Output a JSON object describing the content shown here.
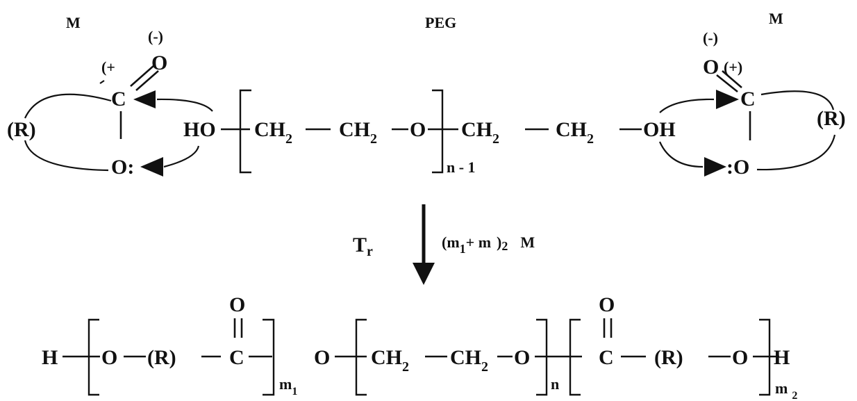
{
  "labels": {
    "monomer_left": "M",
    "polymer": "PEG",
    "monomer_right": "M"
  },
  "charges": {
    "negative": "(-)",
    "positive_left": "(+",
    "positive_right": "(+)"
  },
  "atoms": {
    "O": "O",
    "C": "C",
    "R": "(R)",
    "O_lone_pair": "O:",
    "O_lone_pair_right": ":O",
    "HO": "HO",
    "OH": "OH",
    "CH2": "CH",
    "sub_2": "2",
    "H": "H"
  },
  "repeat_subscripts": {
    "n_minus_1": "n - 1",
    "n": "n",
    "m": "m",
    "m_sub_1": "1",
    "m_sub_2": "2"
  },
  "reaction": {
    "condition": "T",
    "condition_sub": "r",
    "reagent_open": "(m",
    "reagent_sub_1": "1",
    "reagent_plus": "+ m",
    "reagent_close": ")",
    "reagent_sub_2": "2",
    "reagent_monomer": "M"
  }
}
